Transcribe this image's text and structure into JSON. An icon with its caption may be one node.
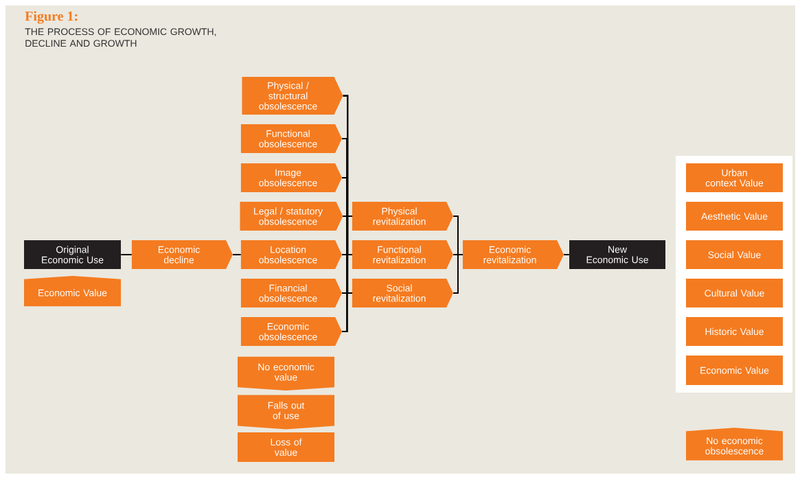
{
  "diagram": {
    "title": "Figure 1:",
    "nodes": [
      {
        "text": [
          "Original Economic Use"
        ]
      },
      {
        "text": [
          "Economic Value"
        ]
      },
      {
        "text": [
          "Economic decline"
        ]
      },
      {
        "text": [
          "Physical / structural obsolescence"
        ]
      },
      {
        "text": [
          "Functional obsolescence"
        ]
      },
      {
        "text": [
          "Image obsolescence"
        ]
      },
      {
        "text": [
          "Legal / statutory obsolescence"
        ]
      },
      {
        "text": [
          "Location obsolescence"
        ]
      },
      {
        "text": [
          "Financial obsolescence"
        ]
      },
      {
        "text": [
          "Economic obsolescence"
        ]
      },
      {
        "text": [
          "No economic value"
        ]
      },
      {
        "text": [
          "Falls out of use"
        ]
      },
      {
        "text": [
          "Loss of value"
        ]
      },
      {
        "text": [
          "Physical revitalization"
        ]
      },
      {
        "text": [
          "Functional revitalization"
        ]
      },
      {
        "text": [
          "Social revitalization"
        ]
      },
      {
        "text": [
          "Economic revitalization"
        ]
      },
      {
        "text": [
          "New Economic Use"
        ]
      },
      {
        "text": [],
        "shape": "box"
      },
      {
        "text": [
          "Urban context Value"
        ],
        "in": 18
      },
      {
        "text": [
          "Aesthetic Value"
        ],
        "in": 18
      },
      {
        "text": [
          "Social Value"
        ],
        "in": 18
      },
      {
        "text": [
          "Cultural Value"
        ],
        "in": 18
      },
      {
        "text": [
          "Historic Value"
        ],
        "in": 18
      },
      {
        "text": [
          "Economic Value"
        ],
        "in": 18
      },
      {
        "text": [
          "No economic obsolescence"
        ]
      }
    ],
    "edges": [
      {
        "from": 0,
        "to": 2,
        "arrow": "none"
      },
      {
        "from": 2,
        "to": 7,
        "arrow": "none"
      },
      {
        "from": 3,
        "to": 13,
        "arrow": "none"
      },
      {
        "from": 3,
        "to": 14,
        "arrow": "none"
      },
      {
        "from": 3,
        "to": 15,
        "arrow": "none"
      },
      {
        "from": 4,
        "to": 13,
        "arrow": "none"
      },
      {
        "from": 4,
        "to": 14,
        "arrow": "none"
      },
      {
        "from": 4,
        "to": 15,
        "arrow": "none"
      },
      {
        "from": 5,
        "to": 13,
        "arrow": "none"
      },
      {
        "from": 5,
        "to": 14,
        "arrow": "none"
      },
      {
        "from": 5,
        "to": 15,
        "arrow": "none"
      },
      {
        "from": 6,
        "to": 13,
        "arrow": "none"
      },
      {
        "from": 6,
        "to": 14,
        "arrow": "none"
      },
      {
        "from": 6,
        "to": 15,
        "arrow": "none"
      },
      {
        "from": 7,
        "to": 13,
        "arrow": "none"
      },
      {
        "from": 7,
        "to": 14,
        "arrow": "none"
      },
      {
        "from": 7,
        "to": 15,
        "arrow": "none"
      },
      {
        "from": 8,
        "to": 13,
        "arrow": "none"
      },
      {
        "from": 8,
        "to": 14,
        "arrow": "none"
      },
      {
        "from": 8,
        "to": 15,
        "arrow": "none"
      },
      {
        "from": 9,
        "to": 13,
        "arrow": "none"
      },
      {
        "from": 9,
        "to": 14,
        "arrow": "none"
      },
      {
        "from": 9,
        "to": 15,
        "arrow": "none"
      },
      {
        "from": 13,
        "to": 16,
        "arrow": "none"
      },
      {
        "from": 14,
        "to": 16,
        "arrow": "none"
      },
      {
        "from": 15,
        "to": 16,
        "arrow": "none"
      },
      {
        "from": 16,
        "to": 17,
        "arrow": "none"
      }
    ],
    "labels": [
      "THE PROCESS OF ECONOMIC GROWTH, DECLINE AND GROWTH"
    ]
  }
}
